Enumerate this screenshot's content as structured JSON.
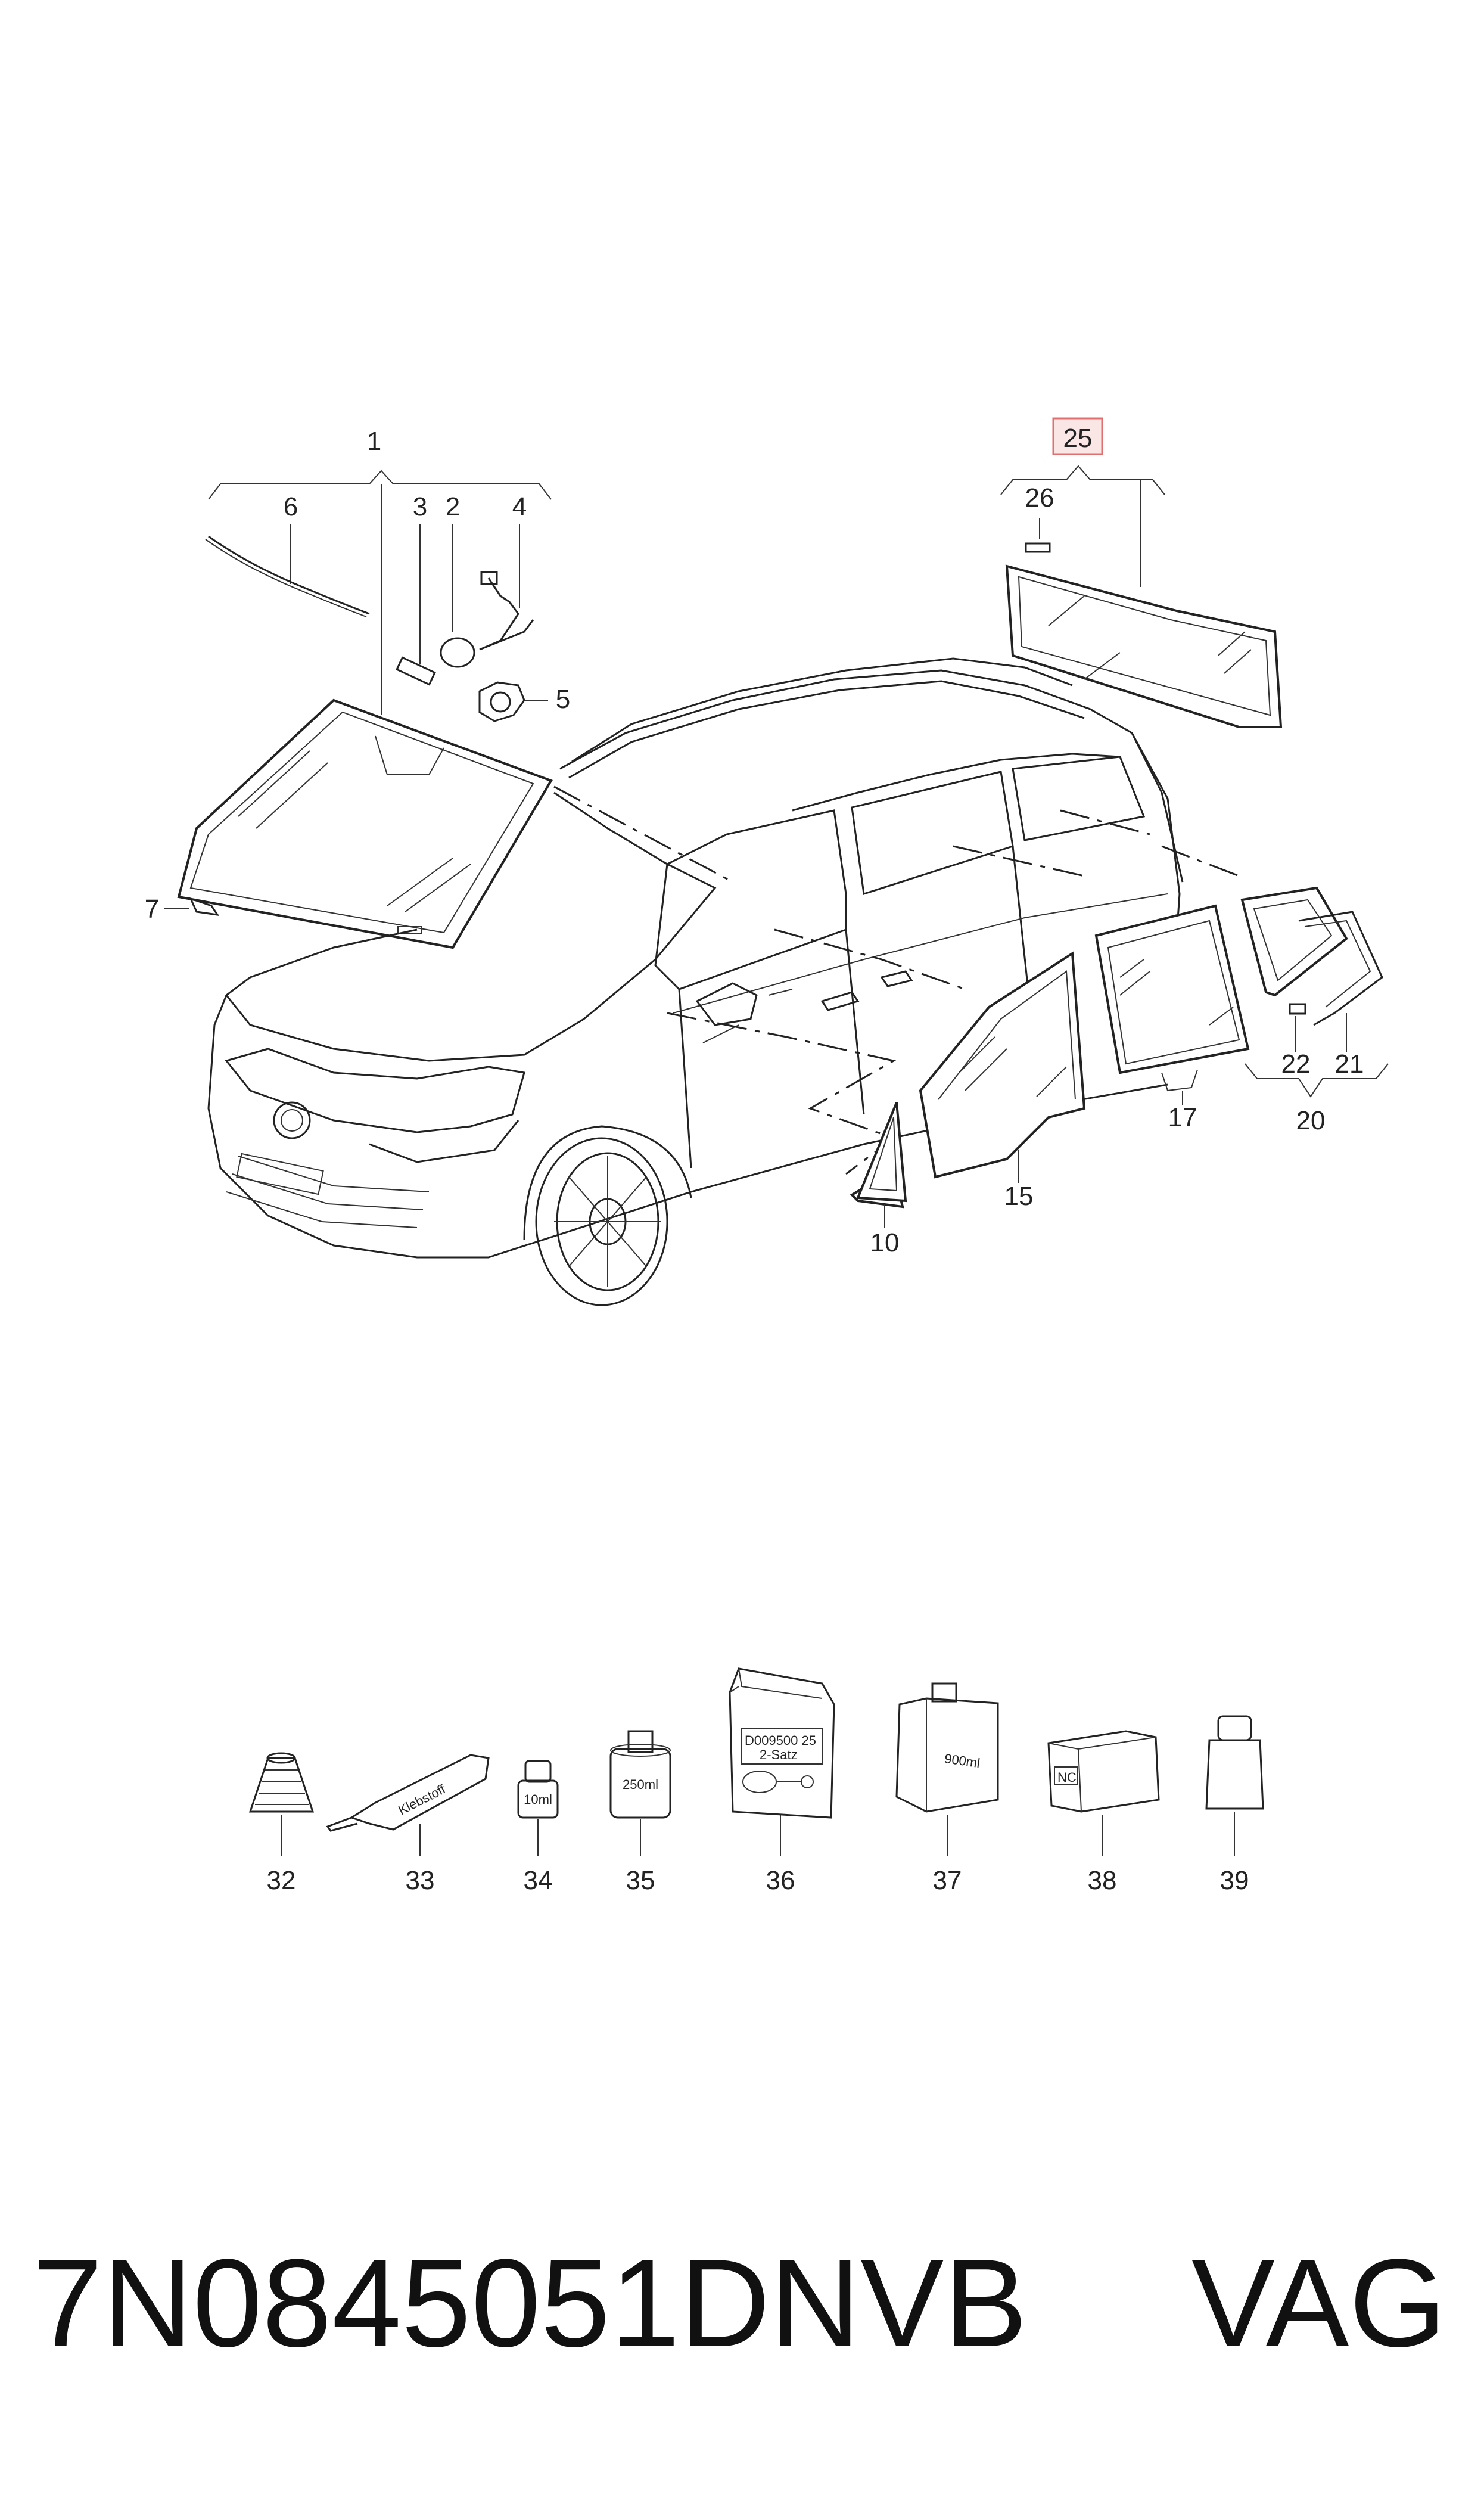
{
  "callouts": {
    "c1": "1",
    "c2": "2",
    "c3": "3",
    "c4": "4",
    "c5": "5",
    "c6": "6",
    "c7": "7",
    "c10": "10",
    "c15": "15",
    "c17": "17",
    "c20": "20",
    "c21": "21",
    "c22": "22",
    "c25": "25",
    "c26": "26",
    "c32": "32",
    "c33": "33",
    "c34": "34",
    "c35": "35",
    "c36": "36",
    "c37": "37",
    "c38": "38",
    "c39": "39"
  },
  "package_labels": {
    "tube": "Klebstoff",
    "small_bottle": "10ml",
    "can": "250ml",
    "bag_line1": "D009500 25",
    "bag_line2": "2-Satz",
    "jug": "900ml",
    "box": "NC"
  },
  "highlight_callout": "25",
  "colors": {
    "line": "#222222",
    "highlight_border": "#e07070",
    "highlight_fill": "#fbe6e6"
  },
  "footer": {
    "part_number": "7N0845051DNVB",
    "brand": "VAG"
  }
}
